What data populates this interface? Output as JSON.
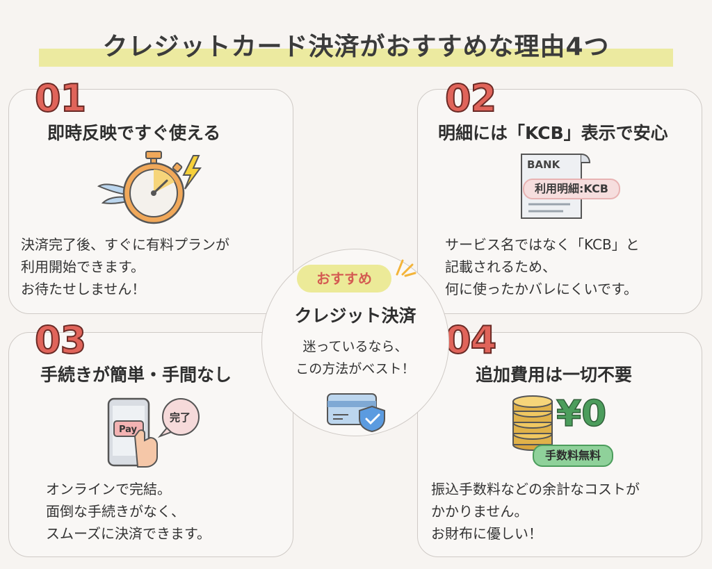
{
  "header": {
    "title": "クレジットカード決済がおすすめな理由4つ"
  },
  "cards": [
    {
      "number": "01",
      "title": "即時反映ですぐ使える",
      "lines": [
        "決済完了後、すぐに有料プランが",
        "利用開始できます。",
        "お待たせしません！"
      ]
    },
    {
      "number": "02",
      "title": "明細には「KCB」表示で安心",
      "lines": [
        "サービス名ではなく「KCB」と",
        "記載されるため、",
        "何に使ったかバレにくいです。"
      ],
      "receipt_header": "BANK",
      "receipt_label": "利用明細:KCB"
    },
    {
      "number": "03",
      "title": "手続きが簡単・手間なし",
      "lines": [
        "オンラインで完結。",
        "面倒な手続きがなく、",
        "スムーズに決済できます。"
      ],
      "pay_label": "Pay",
      "done_label": "完了"
    },
    {
      "number": "04",
      "title": "追加費用は一切不要",
      "lines": [
        "振込手数料などの余計なコストが",
        "かかりません。",
        "お財布に優しい！"
      ],
      "price": "¥0",
      "fee_label": "手数料無料"
    }
  ],
  "center": {
    "badge": "おすすめ",
    "title": "クレジット決済",
    "lines": [
      "迷っているなら、",
      "この方法がベスト！"
    ]
  },
  "colors": {
    "accent_red": "#e0645a",
    "title_band": "#eceaa0",
    "badge_bg": "#ecea98",
    "pill_green": "#8fd19a",
    "coin_gold": "#e0b24a"
  }
}
